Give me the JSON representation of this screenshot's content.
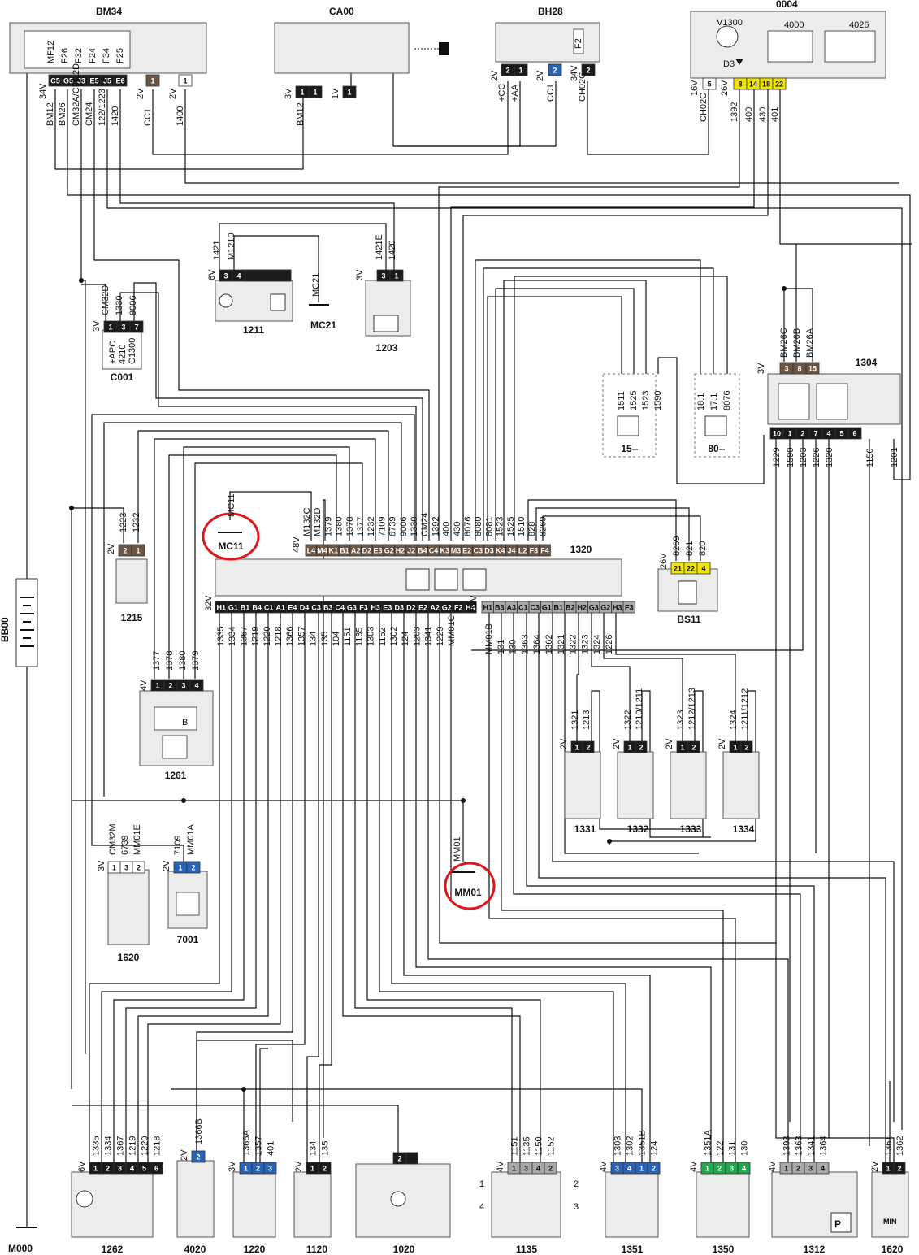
{
  "colors": {
    "black": "#1a1a1a",
    "brown": "#6b5646",
    "blue": "#2a62b5",
    "grey": "#a8a8a8",
    "yellow": "#f2e600",
    "green": "#21a84a",
    "white": "#ffffff",
    "highlight": "#e0141b"
  },
  "battery": {
    "label": "BB00"
  },
  "ground_main": {
    "label": "M000"
  },
  "components": {
    "bm34": {
      "label": "BM34",
      "fuses": [
        "MF12",
        "F26",
        "F32",
        "F24",
        "F34",
        "F25"
      ],
      "conn1": {
        "way": "34V",
        "pins": [
          "C5",
          "G5",
          "J3",
          "E5",
          "J5",
          "E6"
        ]
      },
      "conn2": {
        "way": "2V",
        "pins": [
          "1"
        ]
      },
      "conn3": {
        "way": "2V",
        "pins": [
          "1"
        ]
      },
      "wires": [
        "BM12",
        "BM26",
        "CM32A/CM32D",
        "CM24",
        "122/1223",
        "1420",
        "CC1",
        "1400"
      ]
    },
    "ca00": {
      "label": "CA00",
      "conn1": {
        "way": "3V",
        "pins": [
          "1",
          "1"
        ]
      },
      "conn2": {
        "way": "1V",
        "pins": [
          "1"
        ]
      },
      "wire": "BM12"
    },
    "bh28": {
      "label": "BH28",
      "fuse": "F2",
      "conn1": {
        "way": "2V",
        "pins": [
          "2",
          "1"
        ]
      },
      "conn2": {
        "way": "2V",
        "pins": [
          "2"
        ]
      },
      "conn3": {
        "way": "34V",
        "pins": [
          "2"
        ]
      },
      "wires": [
        "+CC",
        "+AA",
        "CC1",
        "CH02C"
      ]
    },
    "c0004": {
      "label": "0004",
      "relay": "V1300",
      "diode": "D3",
      "sub": [
        "4000",
        "4026"
      ],
      "conn1": {
        "way": "16V",
        "pins": [
          "5"
        ]
      },
      "conn2": {
        "way": "26V",
        "pins": [
          "8",
          "14",
          "18",
          "22"
        ]
      },
      "wires": [
        "CH02C",
        "1392",
        "400",
        "430",
        "401"
      ]
    },
    "c1211": {
      "label": "1211",
      "way": "6V",
      "pins": [
        "3",
        "4"
      ],
      "wires": [
        "1421",
        "M1210"
      ]
    },
    "mc21": {
      "label": "MC21"
    },
    "c1203": {
      "label": "1203",
      "way": "3V",
      "pins": [
        "3",
        "1"
      ],
      "wires": [
        "1421E",
        "1420"
      ]
    },
    "c001": {
      "label": "C001",
      "way": "3V",
      "pins": [
        "1",
        "3",
        "7"
      ],
      "wires": [
        "CM32D",
        "1330",
        "9006"
      ],
      "inner": [
        "+APC",
        "4210",
        "C1300"
      ]
    },
    "fan": {
      "label": "15--",
      "wires": [
        "1511",
        "1525",
        "1523",
        "1590"
      ]
    },
    "ac": {
      "label": "80--",
      "wires": [
        "18.1",
        "17.1",
        "8076"
      ]
    },
    "c1304": {
      "label": "1304",
      "way": "3V",
      "top_pins": [
        "3",
        "8",
        "15"
      ],
      "bottom_pins": [
        "10",
        "1",
        "2",
        "7",
        "4",
        "5",
        "6"
      ],
      "top_wires": [
        "BM26C",
        "BM26B",
        "BM26A"
      ],
      "bottom_wires": [
        "1229",
        "1590",
        "1203",
        "1226",
        "1320",
        "1150",
        "1201"
      ]
    },
    "c1320": {
      "label": "1320",
      "top": {
        "way": "48V",
        "pins": [
          "L4",
          "M4",
          "K1",
          "B1",
          "A2",
          "D2",
          "E3",
          "G2",
          "H2",
          "J2",
          "B4",
          "C4",
          "K3",
          "M3",
          "E2",
          "C3",
          "D3",
          "K4",
          "J4",
          "L2",
          "F3",
          "F4"
        ],
        "wires": [
          "M132C",
          "M132D",
          "1379",
          "1380",
          "1378",
          "1377",
          "1232",
          "7109",
          "6739",
          "9006",
          "1330",
          "CM24",
          "1392",
          "400",
          "430",
          "8076",
          "8080",
          "8081",
          "1523",
          "1525",
          "1510",
          "828",
          "8269"
        ]
      },
      "bottom1": {
        "way": "32V",
        "pins": [
          "H1",
          "G1",
          "B1",
          "B4",
          "C1",
          "A1",
          "E4",
          "D4",
          "C3",
          "B3",
          "C4",
          "G3",
          "F3",
          "H3",
          "E3",
          "D3",
          "D2",
          "E2",
          "A2",
          "G2",
          "F2",
          "H4"
        ],
        "wires": [
          "1335",
          "1334",
          "1367",
          "1219",
          "1220",
          "1218",
          "1366",
          "1357",
          "134",
          "135",
          "104",
          "1151",
          "1135",
          "1303",
          "1152",
          "1302",
          "124",
          "1203",
          "1341",
          "1229",
          "MM01C"
        ]
      },
      "bottom2": {
        "way": "32V",
        "pins": [
          "H1",
          "B3",
          "A3",
          "C1",
          "C3",
          "G1",
          "B1",
          "B2",
          "H2",
          "G3",
          "G2",
          "H3",
          "F3"
        ],
        "wires": [
          "MM01B",
          "131",
          "130",
          "1363",
          "1364",
          "1362",
          "1321",
          "1322",
          "1323",
          "1324",
          "1226"
        ]
      }
    },
    "bs11": {
      "label": "BS11",
      "way": "26V",
      "pins": [
        "21",
        "22",
        "4"
      ],
      "wires": [
        "8269",
        "821",
        "820"
      ]
    },
    "mc11": {
      "label": "MC11",
      "wire": "MC11"
    },
    "c1215": {
      "label": "1215",
      "way": "2V",
      "pins": [
        "2",
        "1"
      ],
      "wires": [
        "1223",
        "1232"
      ]
    },
    "c1261": {
      "label": "1261",
      "way": "4V",
      "pins": [
        "1",
        "2",
        "3",
        "4"
      ],
      "wires": [
        "1377",
        "1378",
        "1380",
        "1379"
      ],
      "sensor": "B"
    },
    "c1331": {
      "label": "1331",
      "way": "2V",
      "pins": [
        "1",
        "2"
      ],
      "wires": [
        "1321",
        "1213"
      ]
    },
    "c1332": {
      "label": "1332",
      "way": "2V",
      "pins": [
        "1",
        "2"
      ],
      "wires": [
        "1322",
        "1210/1211"
      ]
    },
    "c1333": {
      "label": "1333",
      "way": "2V",
      "pins": [
        "1",
        "2"
      ],
      "wires": [
        "1323",
        "1212/1213"
      ]
    },
    "c1334": {
      "label": "1334",
      "way": "2V",
      "pins": [
        "1",
        "2"
      ],
      "wires": [
        "1324",
        "1211/1212"
      ]
    },
    "c1620a": {
      "label": "1620",
      "way": "3V",
      "pins": [
        "1",
        "3",
        "2"
      ],
      "wires": [
        "CM32M",
        "6739",
        "MM01E"
      ]
    },
    "c7001": {
      "label": "7001",
      "way": "2V",
      "pins": [
        "1",
        "2"
      ],
      "wires": [
        "7109",
        "MM01A"
      ]
    },
    "mm01": {
      "label": "MM01",
      "wire": "MM01"
    },
    "c1262": {
      "label": "1262",
      "way": "6V",
      "pins": [
        "1",
        "2",
        "3",
        "4",
        "5",
        "6"
      ],
      "wires": [
        "1335",
        "1334",
        "1367",
        "1219",
        "1220",
        "1218"
      ]
    },
    "c4020": {
      "label": "4020",
      "way": "2V",
      "pins": [
        "2"
      ],
      "wires": [
        "1366B"
      ]
    },
    "c1220": {
      "label": "1220",
      "way": "3V",
      "pins": [
        "1",
        "2",
        "3"
      ],
      "wires": [
        "1366A",
        "1357",
        "401"
      ]
    },
    "c1120": {
      "label": "1120",
      "way": "2V",
      "pins": [
        "1",
        "2"
      ],
      "wires": [
        "134",
        "135"
      ]
    },
    "c1020": {
      "label": "1020",
      "pins": [
        "2"
      ]
    },
    "c1135": {
      "label": "1135",
      "way": "4V",
      "pins": [
        "1",
        "3",
        "4",
        "2"
      ],
      "wires": [
        "1151",
        "1135",
        "1150",
        "1152"
      ],
      "side": [
        "1",
        "4",
        "2",
        "3"
      ]
    },
    "c1351": {
      "label": "1351",
      "way": "4V",
      "pins": [
        "3",
        "4",
        "1",
        "2"
      ],
      "wires": [
        "1303",
        "1302",
        "1351B",
        "124"
      ]
    },
    "c1350": {
      "label": "1350",
      "way": "4V",
      "pins": [
        "1",
        "2",
        "3",
        "4"
      ],
      "wires": [
        "1351A",
        "122",
        "131",
        "130"
      ]
    },
    "c1312": {
      "label": "1312",
      "way": "4V",
      "pins": [
        "1",
        "2",
        "3",
        "4"
      ],
      "wires": [
        "1393",
        "1363",
        "1341",
        "1364"
      ],
      "badge": "P"
    },
    "c1620b": {
      "label": "1620",
      "way": "2V",
      "pins": [
        "1",
        "2"
      ],
      "wires": [
        "1361",
        "1362"
      ],
      "inner": "MIN"
    }
  }
}
